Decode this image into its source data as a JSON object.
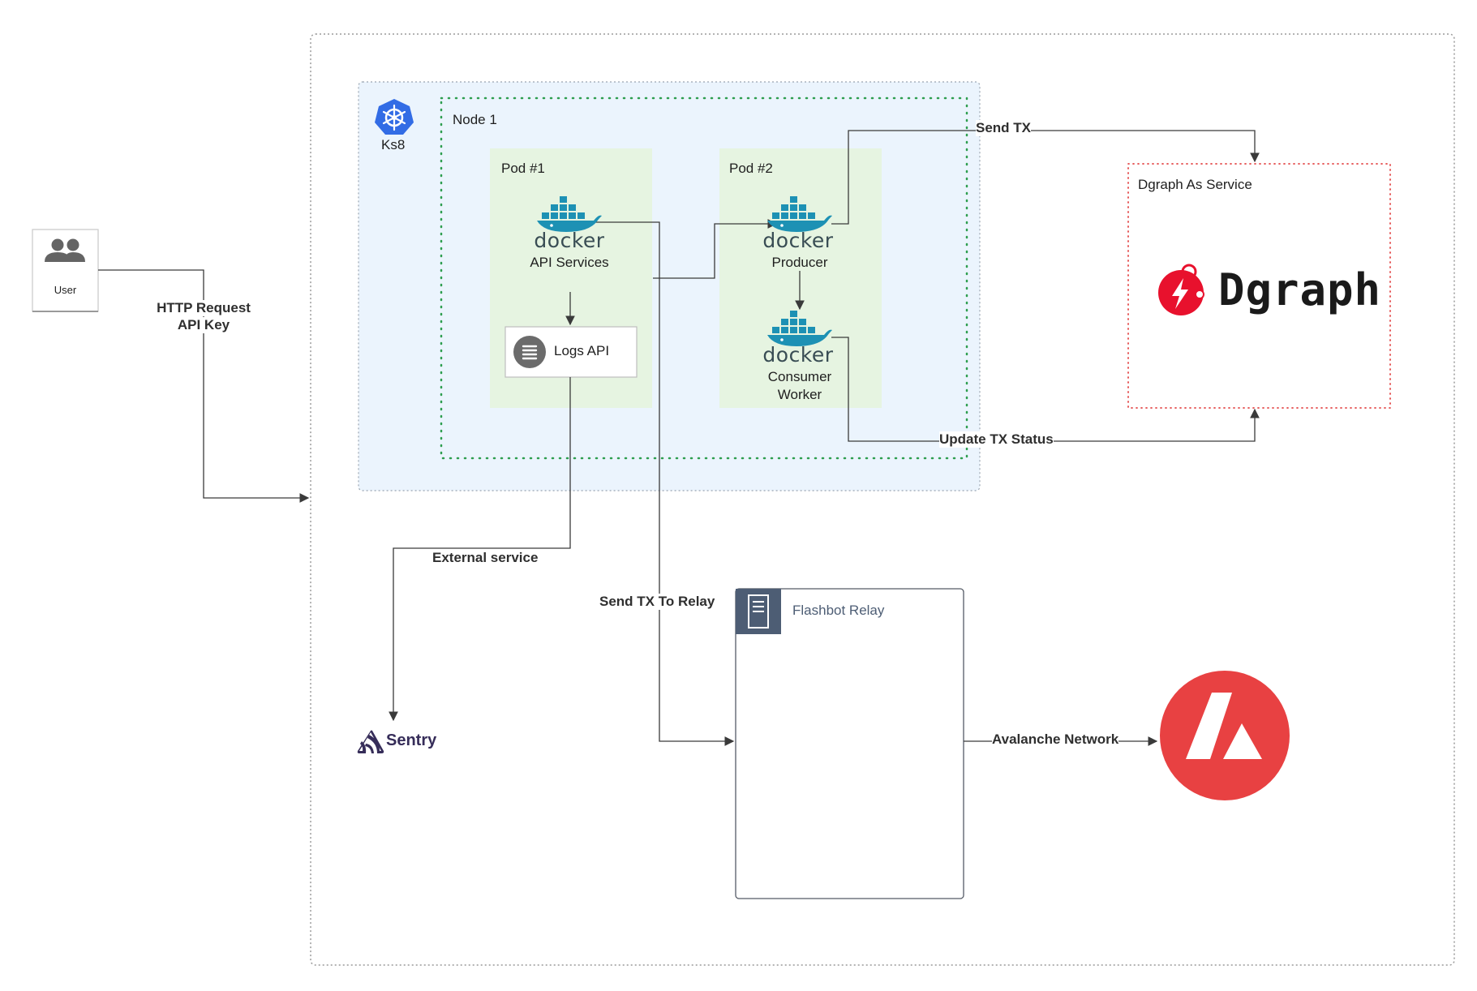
{
  "user": {
    "label": "User",
    "icon": "users-icon"
  },
  "cluster": {
    "label": "Ks8",
    "icon": "kubernetes-icon",
    "color": "#326ce5"
  },
  "node": {
    "label": "Node 1"
  },
  "pod1": {
    "label": "Pod #1",
    "service": "API Services",
    "docker_text": "docker"
  },
  "logs": {
    "label": "Logs API",
    "icon": "logs-icon"
  },
  "pod2": {
    "label": "Pod #2",
    "producer": "Producer",
    "consumer_line1": "Consumer",
    "consumer_line2": "Worker",
    "docker_text": "docker"
  },
  "dgraph": {
    "title": "Dgraph As Service",
    "brand": "Dgraph",
    "color": "#e8112d"
  },
  "flashbot": {
    "title": "Flashbot Relay",
    "icon": "server-icon"
  },
  "sentry": {
    "label": "Sentry",
    "icon": "sentry-icon"
  },
  "avalanche": {
    "icon": "avalanche-icon",
    "color": "#e84142"
  },
  "edges": {
    "http_line1": "HTTP Request",
    "http_line2": "API Key",
    "send_tx": "Send TX",
    "update_tx": "Update TX Status",
    "external": "External service",
    "relay": "Send TX To Relay",
    "avalanche": "Avalanche Network"
  }
}
